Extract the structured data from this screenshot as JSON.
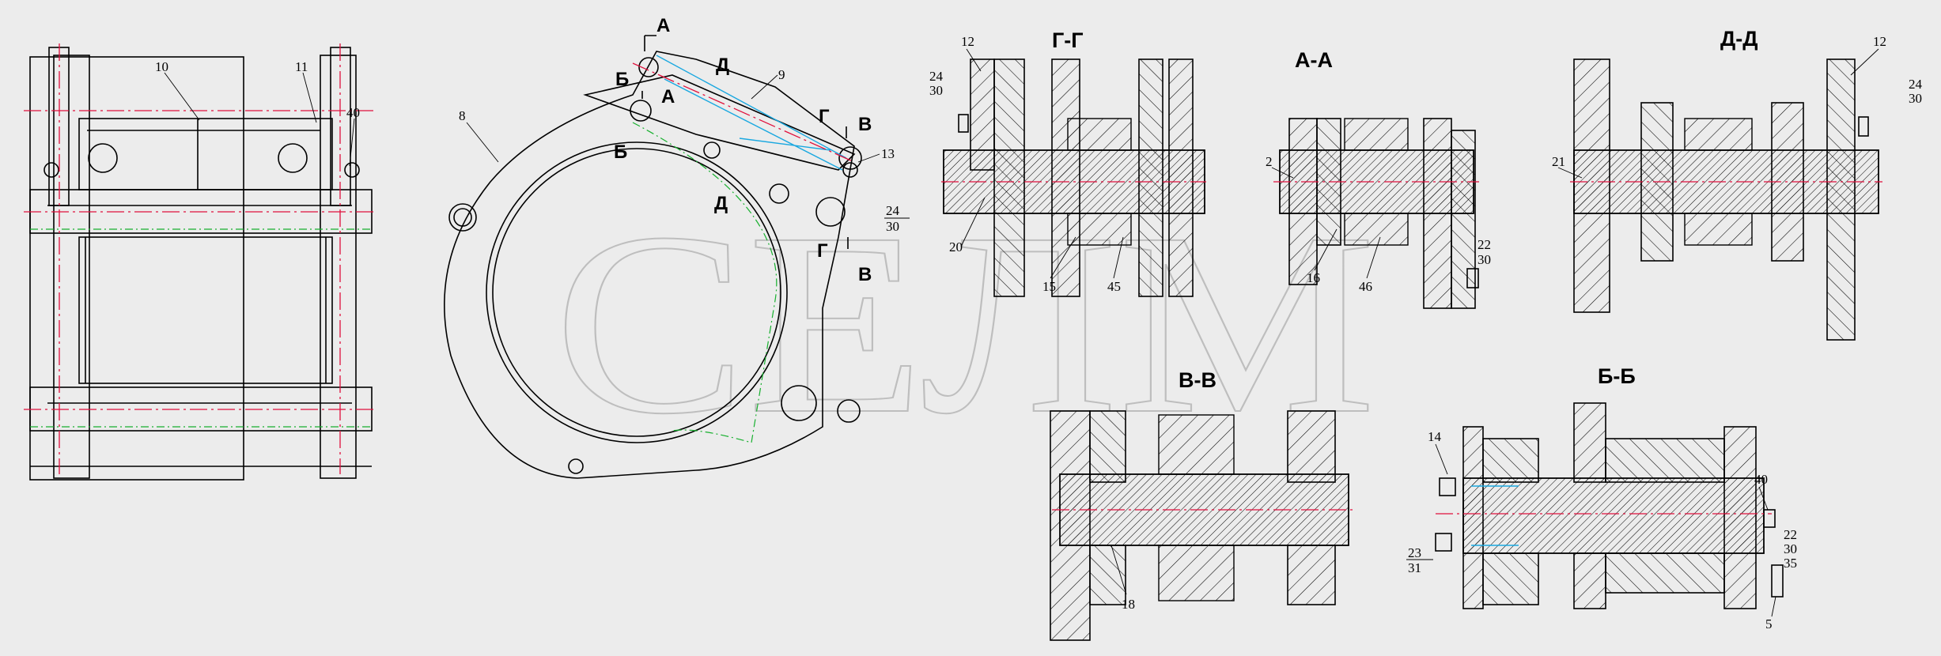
{
  "watermark": "СЕЛМ",
  "colors": {
    "background": "#ececec",
    "axis": "#e0103c",
    "green": "#17b02e",
    "blue": "#1aa8e0",
    "hatch": "#000000"
  },
  "views": {
    "gg": {
      "title": "Г-Г"
    },
    "aa": {
      "title": "А-А"
    },
    "dd": {
      "title": "Д-Д"
    },
    "vv": {
      "title": "В-В"
    },
    "bb": {
      "title": "Б-Б"
    }
  },
  "cut_marks": {
    "a": "А",
    "b": "Б",
    "v": "В",
    "g": "Г",
    "d": "Д"
  },
  "labels": {
    "p10": "10",
    "p11": "11",
    "p40a": "40",
    "p8": "8",
    "p9": "9",
    "p13": "13",
    "p24a": "24",
    "p30a": "30",
    "gg_12": "12",
    "gg_24": "24",
    "gg_30": "30",
    "gg_20": "20",
    "gg_15": "15",
    "gg_45": "45",
    "aa_2": "2",
    "aa_16": "16",
    "aa_46": "46",
    "aa_22": "22",
    "aa_30": "30",
    "dd_12": "12",
    "dd_24": "24",
    "dd_30": "30",
    "dd_21": "21",
    "vv_18": "18",
    "bb_14": "14",
    "bb_40": "40",
    "bb_23": "23",
    "bb_31": "31",
    "bb_22": "22",
    "bb_30": "30",
    "bb_35": "35",
    "bb_5": "5"
  }
}
